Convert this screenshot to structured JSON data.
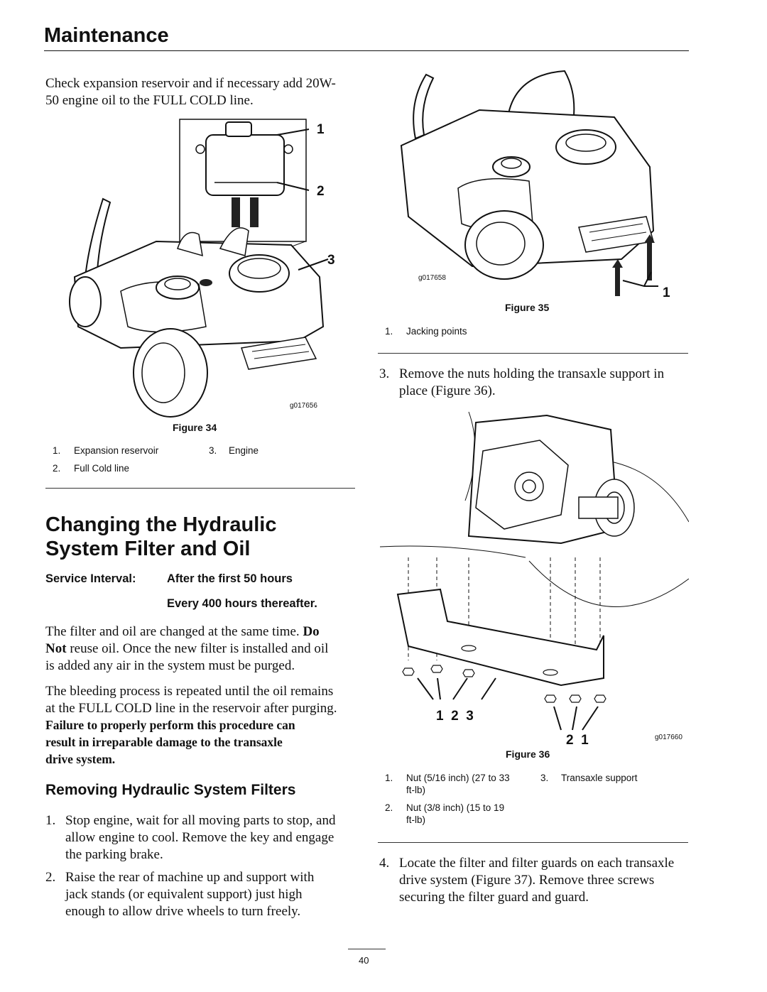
{
  "header": {
    "title": "Maintenance"
  },
  "left": {
    "intro": "Check expansion reservoir and if necessary add 20W-50 engine oil to the FULL COLD line.",
    "figure34": {
      "callouts": [
        "1",
        "2",
        "3"
      ],
      "code": "g017656",
      "title": "Figure 34",
      "legend": [
        {
          "num": "1.",
          "text": "Expansion reservoir"
        },
        {
          "num": "2.",
          "text": "Full Cold line"
        },
        {
          "num": "3.",
          "text": "Engine"
        }
      ]
    },
    "section_title_line1": "Changing the Hydraulic",
    "section_title_line2": "System Filter and Oil",
    "service_interval": {
      "label": "Service Interval:",
      "first": "After the first 50 hours",
      "second": "Every 400 hours thereafter."
    },
    "para1_pre": "The filter and oil are changed at the same time.",
    "para1_bold1": "Do",
    "para1_bold2": "Not",
    "para1_post1": "reuse oil. Once the new filter is installed and oil",
    "para1_post2": "is added any air in the system must be purged.",
    "para2_line1": "The bleeding process is repeated until the oil remains",
    "para2_line2": "at the FULL COLD line in the reservoir after purging.",
    "warning_line1": "Failure to properly perform this procedure can",
    "warning_line2": "result in irreparable damage to the transaxle",
    "warning_line3": "drive system.",
    "subsection_title": "Removing Hydraulic System Filters",
    "steps": [
      {
        "num": "1.",
        "lines": [
          "Stop engine, wait for all moving parts to stop, and",
          "allow engine to cool. Remove the key and engage",
          "the parking brake."
        ]
      },
      {
        "num": "2.",
        "lines": [
          "Raise the rear of machine up and support with",
          "jack stands (or equivalent support) just high",
          "enough to allow drive wheels to turn freely."
        ]
      }
    ]
  },
  "right": {
    "figure35": {
      "code": "g017658",
      "callout": "1",
      "title": "Figure 35",
      "legend": [
        {
          "num": "1.",
          "text": "Jacking points"
        }
      ]
    },
    "step3": {
      "num": "3.",
      "lines": [
        "Remove the nuts holding the transaxle support in",
        "place (Figure 36)."
      ]
    },
    "figure36": {
      "callouts_left": "1  2  3",
      "callouts_right": "2  1",
      "code": "g017660",
      "title": "Figure 36",
      "legend": [
        {
          "num": "1.",
          "lines": [
            "Nut (5/16 inch) (27 to 33",
            "ft-lb)"
          ]
        },
        {
          "num": "2.",
          "lines": [
            "Nut (3/8 inch) (15 to 19",
            "ft-lb)"
          ]
        },
        {
          "num": "3.",
          "lines": [
            "Transaxle support"
          ]
        }
      ]
    },
    "step4": {
      "num": "4.",
      "lines": [
        "Locate the filter and filter guards on each transaxle",
        "drive system (Figure 37). Remove three screws",
        "securing the filter guard and guard."
      ]
    }
  },
  "footer": {
    "page_number": "40"
  }
}
